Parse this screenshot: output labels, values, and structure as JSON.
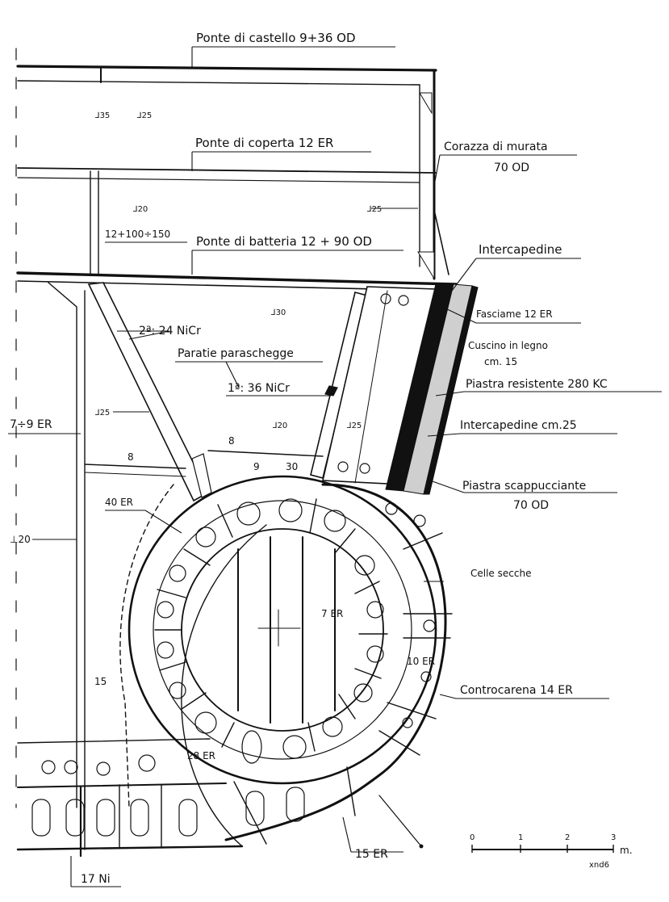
{
  "labels": {
    "ponte_castello": "Ponte di castello  9+36 OD",
    "t35": "⅃35",
    "t25_top": "⅃25",
    "ponte_coperta": "Ponte di coperta  12 ER",
    "corazza1": "Corazza di murata",
    "corazza2": "70 OD",
    "t20_top": "⅃20",
    "t25_right": "⅃25",
    "dim_12_100_150": "12+100÷150",
    "ponte_batteria": "Ponte di batteria  12 + 90 OD",
    "intercapedine": "Intercapedine",
    "t30": "⅃30",
    "fasciame": "Fasciame 12 ER",
    "seconda": "2ª: 24 NiCr",
    "paratie": "Paratie paraschegge",
    "cuscino1": "Cuscino in legno",
    "cuscino2": "cm. 15",
    "prima": "1ª: 36 NiCr",
    "piastra_res": "Piastra resistente  280 KC",
    "t25_left": "⅃25",
    "er_7_9": "7÷9 ER",
    "t20_mid": "⅃20",
    "t25_mid": "⅃25",
    "intercap25": "Intercapedine cm.25",
    "dim8a": "8",
    "dim8b": "8",
    "dim9": "9",
    "dim30": "30",
    "piastra_scap1": "Piastra scappucciante",
    "piastra_scap2": "70 OD",
    "er40": "40 ER",
    "celle": "Celle secche",
    "perp20": "⊥20",
    "er7": "7 ER",
    "er10": "10 ER",
    "dim15": "15",
    "controcarena": "Controcarena  14 ER",
    "er28": "28 ER",
    "er15": "15 ER",
    "ni17": "17 Ni",
    "scale_unit": "m.",
    "scale_ticks": [
      "0",
      "1",
      "2",
      "3"
    ],
    "signature": "xnd6"
  }
}
